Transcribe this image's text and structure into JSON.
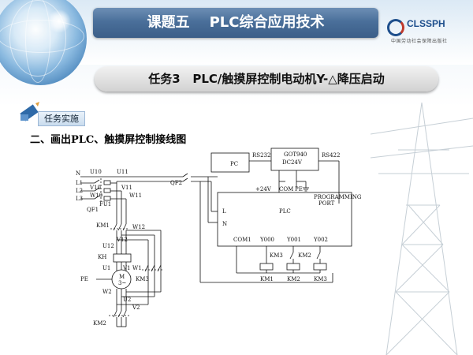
{
  "header": {
    "course_title": "课题五    PLC综合应用技术",
    "logo": {
      "text": "CLSSPH",
      "subtitle": "中国劳动社会保障出版社"
    }
  },
  "task": {
    "title": "任务3   PLC/触摸屏控制电动机Y-△降压启动"
  },
  "section": {
    "tag": "任务实施",
    "heading": "二、画出PLC、触摸屏控制接线图"
  },
  "diagram": {
    "pc": "PC",
    "rs232": "RS232",
    "got": "GOT940",
    "got_dc": "DC24V",
    "rs422": "RS422",
    "plus24v": "+24V",
    "com": "COM",
    "pe_top": "PE",
    "programming": "PROGRAMMING",
    "port": "PORT",
    "plc": "PLC",
    "L": "L",
    "N_in": "N",
    "com1": "COM1",
    "y000": "Y000",
    "y001": "Y001",
    "y002": "Y002",
    "qf2": "QF2",
    "n": "N",
    "l1": "L1",
    "l2": "L2",
    "l3": "L3",
    "u10": "U10",
    "v10": "V10",
    "w10": "W10",
    "fu1": "FU1",
    "qf1": "QF1",
    "u11": "U11",
    "v11": "V11",
    "w11": "W11",
    "km1": "KM1",
    "v12": "V12",
    "w12": "W12",
    "u12": "U12",
    "kh": "KH",
    "u1": "U1",
    "v1": "V1",
    "w1": "W1",
    "m": "M",
    "m3": "3~",
    "pe": "PE",
    "km3": "KM3",
    "w2": "W2",
    "u2": "U2",
    "v2": "V2",
    "km2": "KM2",
    "c_km3": "KM3",
    "c_km2": "KM2",
    "coil_km1": "KM1",
    "coil_km2": "KM2",
    "coil_km3": "KM3"
  },
  "colors": {
    "title_band": "#4a6f9a",
    "logo_blue": "#1d4e8c",
    "task_band": "#d8d8d8"
  }
}
